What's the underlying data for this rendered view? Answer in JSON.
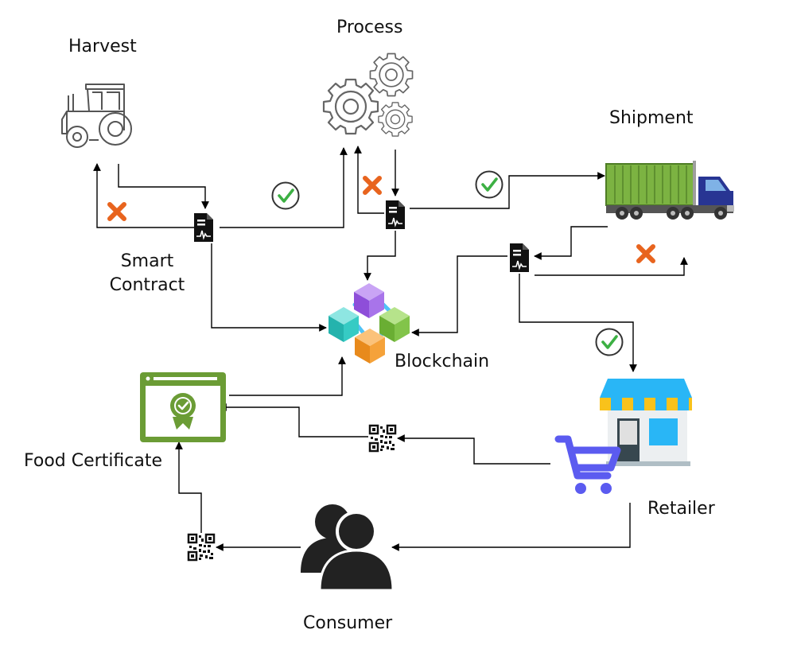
{
  "labels": {
    "harvest": "Harvest",
    "process": "Process",
    "shipment": "Shipment",
    "smart_contract_line1": "Smart",
    "smart_contract_line2": "Contract",
    "blockchain": "Blockchain",
    "food_certificate": "Food Certificate",
    "retailer": "Retailer",
    "consumer": "Consumer"
  },
  "icons": {
    "harvest": "tractor-icon",
    "process": "gears-icon",
    "shipment": "truck-icon",
    "smart_contract": "document-icon",
    "blockchain": "blockchain-cubes-icon",
    "food_certificate": "certificate-icon",
    "retailer": "store-cart-icon",
    "consumer": "users-icon",
    "qr": "qr-code-icon",
    "approved": "check-icon",
    "rejected": "cross-icon"
  },
  "colors": {
    "approved": "#3cb043",
    "rejected": "#e8641e",
    "truck_container": "#7cb342",
    "truck_cab": "#283593",
    "certificate": "#6b9c35",
    "cart": "#5b5bf0",
    "store_awning": "#29b6f6",
    "store_stripe": "#f9c21b",
    "cube_purple": "#9c5ce6",
    "cube_teal": "#33c9c4",
    "cube_green": "#7cc242",
    "cube_orange": "#f39a2b"
  }
}
